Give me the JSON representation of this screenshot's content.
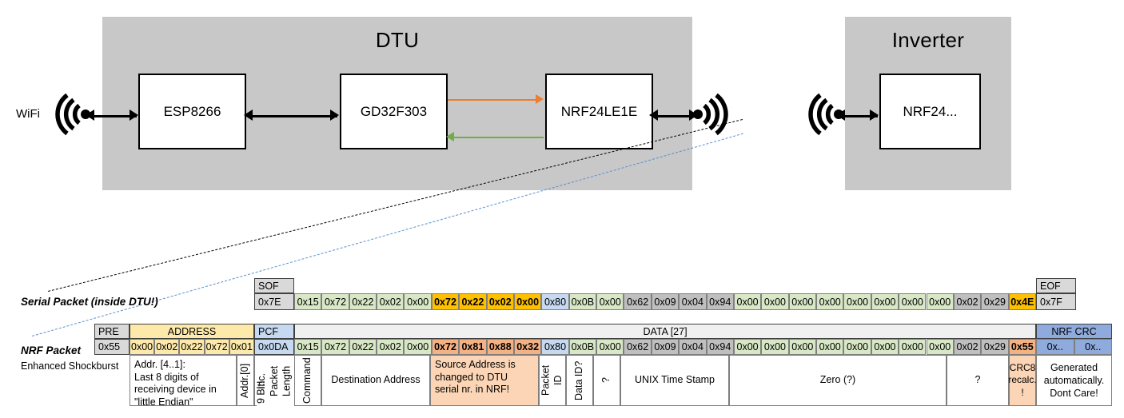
{
  "diagram": {
    "dtu": {
      "title": "DTU",
      "chips": [
        {
          "name": "esp",
          "label": "ESP8266"
        },
        {
          "name": "gd32",
          "label": "GD32F303"
        },
        {
          "name": "nrf24le1e",
          "label": "NRF24LE1E"
        }
      ]
    },
    "inverter": {
      "title": "Inverter",
      "chips": [
        {
          "name": "nrf24",
          "label": "NRF24..."
        }
      ]
    },
    "wifi_label": "WiFi",
    "colors": {
      "enclosure": "#c8c8c8",
      "tx_arrow": "#ED7D31",
      "rx_arrow": "#70AD47",
      "link_black": "#000000",
      "callout_black": "#000000",
      "callout_blue": "#5B8FD1"
    }
  },
  "serial_packet": {
    "label": "Serial Packet (inside DTU!)",
    "sof": {
      "header": "SOF",
      "value": "0x7E"
    },
    "eof": {
      "header": "EOF",
      "value": "0x7F"
    },
    "bytes": [
      {
        "v": "0x15",
        "c": "green"
      },
      {
        "v": "0x72",
        "c": "green"
      },
      {
        "v": "0x22",
        "c": "green"
      },
      {
        "v": "0x02",
        "c": "green"
      },
      {
        "v": "0x00",
        "c": "green"
      },
      {
        "v": "0x72",
        "c": "yellow"
      },
      {
        "v": "0x22",
        "c": "yellow"
      },
      {
        "v": "0x02",
        "c": "yellow"
      },
      {
        "v": "0x00",
        "c": "yellow"
      },
      {
        "v": "0x80",
        "c": "blue"
      },
      {
        "v": "0x0B",
        "c": "green"
      },
      {
        "v": "0x00",
        "c": "green"
      },
      {
        "v": "0x62",
        "c": "dgrey"
      },
      {
        "v": "0x09",
        "c": "dgrey"
      },
      {
        "v": "0x04",
        "c": "dgrey"
      },
      {
        "v": "0x94",
        "c": "dgrey"
      },
      {
        "v": "0x00",
        "c": "green"
      },
      {
        "v": "0x00",
        "c": "green"
      },
      {
        "v": "0x00",
        "c": "green"
      },
      {
        "v": "0x00",
        "c": "green"
      },
      {
        "v": "0x00",
        "c": "green"
      },
      {
        "v": "0x00",
        "c": "green"
      },
      {
        "v": "0x00",
        "c": "green"
      },
      {
        "v": "0x00",
        "c": "green"
      },
      {
        "v": "0x02",
        "c": "dgrey"
      },
      {
        "v": "0x29",
        "c": "dgrey"
      },
      {
        "v": "0x4E",
        "c": "yellow"
      }
    ]
  },
  "nrf_packet": {
    "label": "NRF Packet",
    "sublabel": "Enhanced Shockburst",
    "headers": {
      "pre": "PRE",
      "address": "ADDRESS",
      "pcf": "PCF",
      "data": "DATA [27]",
      "crc": "NRF CRC"
    },
    "pre": {
      "v": "0x55",
      "c": "grey"
    },
    "address": [
      {
        "v": "0x00",
        "c": "lyellow"
      },
      {
        "v": "0x02",
        "c": "lyellow"
      },
      {
        "v": "0x22",
        "c": "lyellow"
      },
      {
        "v": "0x72",
        "c": "lyellow"
      },
      {
        "v": "0x01",
        "c": "lyellow"
      }
    ],
    "pcf": {
      "v": "0x0DA",
      "c": "blue"
    },
    "bytes": [
      {
        "v": "0x15",
        "c": "green"
      },
      {
        "v": "0x72",
        "c": "green"
      },
      {
        "v": "0x22",
        "c": "green"
      },
      {
        "v": "0x02",
        "c": "green"
      },
      {
        "v": "0x00",
        "c": "green"
      },
      {
        "v": "0x72",
        "c": "orange"
      },
      {
        "v": "0x81",
        "c": "orange"
      },
      {
        "v": "0x88",
        "c": "orange"
      },
      {
        "v": "0x32",
        "c": "orange"
      },
      {
        "v": "0x80",
        "c": "blue"
      },
      {
        "v": "0x0B",
        "c": "green"
      },
      {
        "v": "0x00",
        "c": "green"
      },
      {
        "v": "0x62",
        "c": "dgrey"
      },
      {
        "v": "0x09",
        "c": "dgrey"
      },
      {
        "v": "0x04",
        "c": "dgrey"
      },
      {
        "v": "0x94",
        "c": "dgrey"
      },
      {
        "v": "0x00",
        "c": "green"
      },
      {
        "v": "0x00",
        "c": "green"
      },
      {
        "v": "0x00",
        "c": "green"
      },
      {
        "v": "0x00",
        "c": "green"
      },
      {
        "v": "0x00",
        "c": "green"
      },
      {
        "v": "0x00",
        "c": "green"
      },
      {
        "v": "0x00",
        "c": "green"
      },
      {
        "v": "0x00",
        "c": "green"
      },
      {
        "v": "0x02",
        "c": "dgrey"
      },
      {
        "v": "0x29",
        "c": "dgrey"
      },
      {
        "v": "0x55",
        "c": "orange"
      }
    ],
    "crc_bytes": [
      {
        "v": "0x..",
        "c": "dblue"
      },
      {
        "v": "0x..",
        "c": "dblue"
      }
    ]
  },
  "descriptions": {
    "address_note": "Addr. [4..1]:\nLast 8 digits of receiving device in \"little Endian\"",
    "addr0": "Addr.[0]",
    "packet_length": "9 Bit!\nInc. Packet Length",
    "packet_length_a": "9 Bit!",
    "packet_length_b": "Inc. Packet Length",
    "command": "Command",
    "destination_address": "Destination Address",
    "source_address_note": "Source Address is changed to DTU serial nr. in NRF!",
    "packet_id": "Packet ID",
    "data_id": "Data ID?",
    "unknown_tilde": "?",
    "unix_time_stamp": "UNIX Time Stamp",
    "zero": "Zero (?)",
    "unknown_q": "?",
    "crc8": "CRC8 recalc. !",
    "crc8_l1": "CRC8",
    "crc8_l2": "recalc.",
    "crc8_l3": "!",
    "nrf_crc_note": "Generated automatically. Dont Care!",
    "nrf_crc_l1": "Generated",
    "nrf_crc_l2": "automatically.",
    "nrf_crc_l3": "Dont Care!"
  }
}
